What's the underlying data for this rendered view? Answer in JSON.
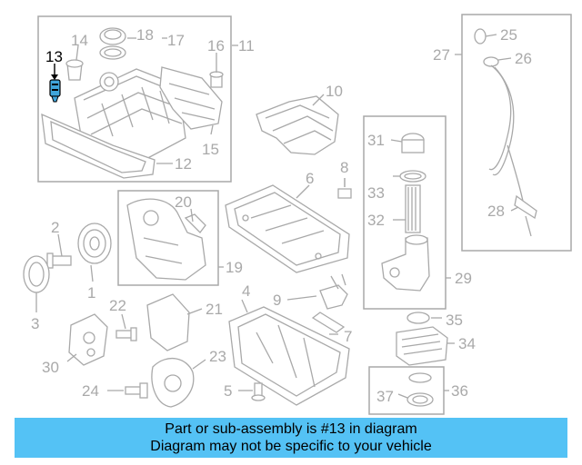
{
  "diagram": {
    "callouts": [
      "1",
      "2",
      "3",
      "4",
      "5",
      "6",
      "7",
      "8",
      "9",
      "10",
      "11",
      "12",
      "13",
      "14",
      "15",
      "16",
      "17",
      "18",
      "19",
      "20",
      "21",
      "22",
      "23",
      "24",
      "25",
      "26",
      "27",
      "28",
      "29",
      "30",
      "31",
      "32",
      "33",
      "34",
      "35",
      "36",
      "37"
    ],
    "highlighted_part": "13",
    "highlight_color": "#000000",
    "callout_color": "#a9a9a9"
  },
  "footer": {
    "line1": "Part or sub-assembly is #13 in diagram",
    "line2": "Diagram may not be specific to your vehicle",
    "background": "#54c2f5"
  }
}
